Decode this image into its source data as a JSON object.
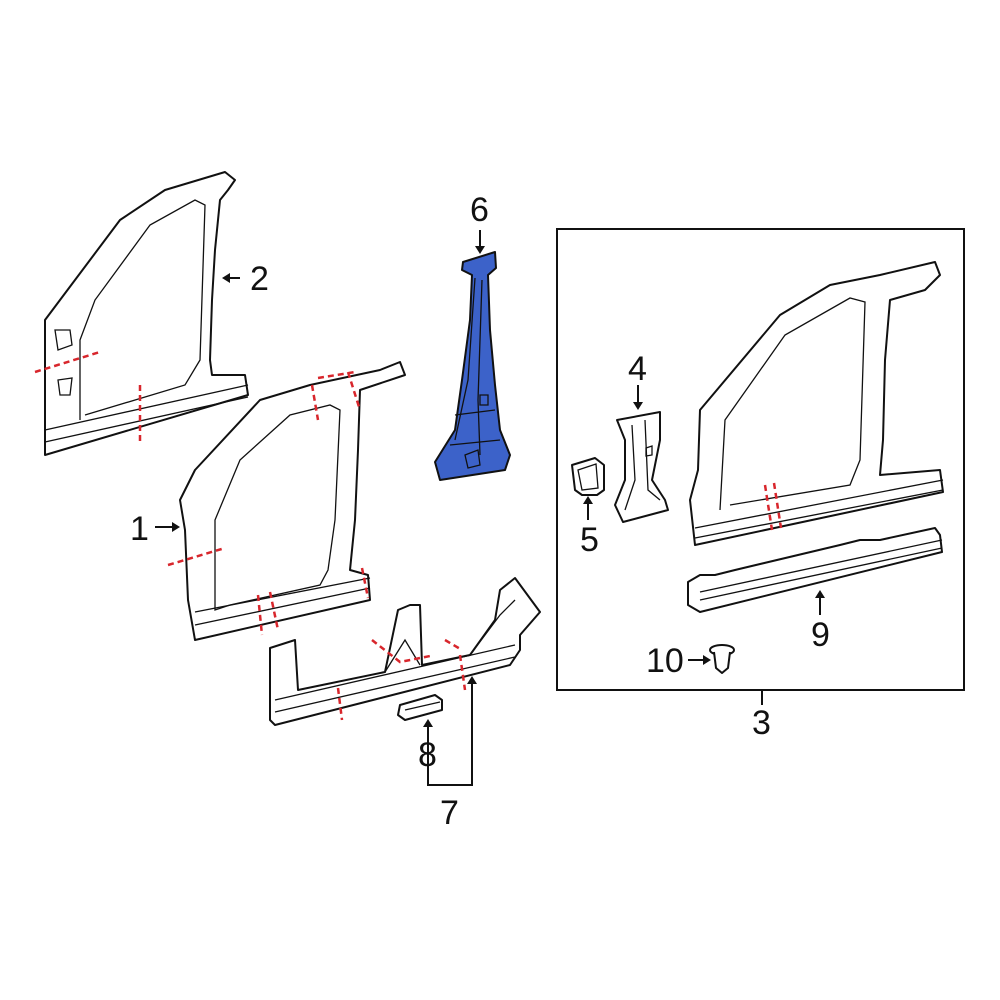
{
  "diagram": {
    "title": "Body side pillar / rocker panel parts diagram",
    "highlight_color": "#3c62c9",
    "cut_line_color": "#d8262c",
    "callouts": [
      {
        "id": "1",
        "label": "1",
        "part": "front-hinge-pillar-assembly"
      },
      {
        "id": "2",
        "label": "2",
        "part": "outer-pillar-panel"
      },
      {
        "id": "3",
        "label": "3",
        "part": "uniside-assembly-group"
      },
      {
        "id": "4",
        "label": "4",
        "part": "center-pillar-reinforcement"
      },
      {
        "id": "5",
        "label": "5",
        "part": "bracket"
      },
      {
        "id": "6",
        "label": "6",
        "part": "center-pillar-highlighted"
      },
      {
        "id": "7",
        "label": "7",
        "part": "rocker-panel-assembly"
      },
      {
        "id": "8",
        "label": "8",
        "part": "rocker-bracket"
      },
      {
        "id": "9",
        "label": "9",
        "part": "rocker-reinforcement"
      },
      {
        "id": "10",
        "label": "10",
        "part": "retainer-clip"
      }
    ]
  }
}
